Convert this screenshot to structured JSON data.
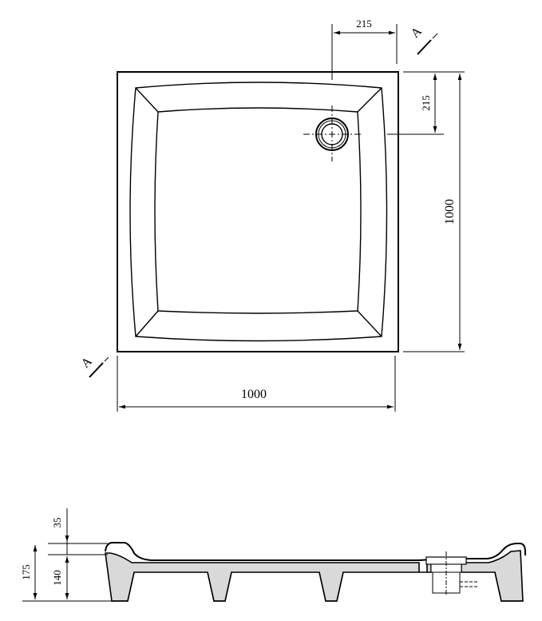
{
  "top_view": {
    "width_label": "1000",
    "height_label": "1000",
    "drain_offset_x_label": "215",
    "drain_offset_y_label": "215",
    "section_marker_top": "A",
    "section_marker_bottom": "A"
  },
  "side_view": {
    "total_height_label": "175",
    "base_height_label": "140",
    "rim_height_label": "35"
  },
  "colors": {
    "line": "#000000",
    "fill_gray": "#d9d9d9",
    "background": "#ffffff"
  }
}
